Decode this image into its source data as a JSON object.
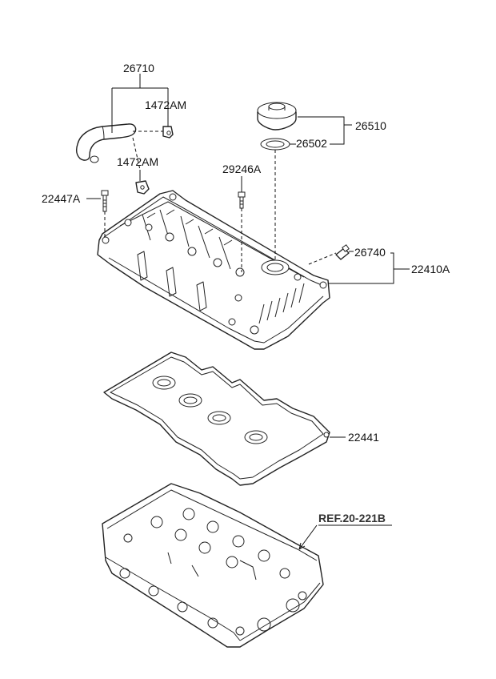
{
  "labels": {
    "hose": "26710",
    "clamp_upper": "1472AM",
    "clamp_lower": "1472AM",
    "bolt_left": "22447A",
    "bolt_mid": "29246A",
    "cap": "26510",
    "cap_gasket": "26502",
    "pcv_valve": "26740",
    "cover_assy": "22410A",
    "gasket": "22441",
    "reference": "REF.20-221B"
  }
}
